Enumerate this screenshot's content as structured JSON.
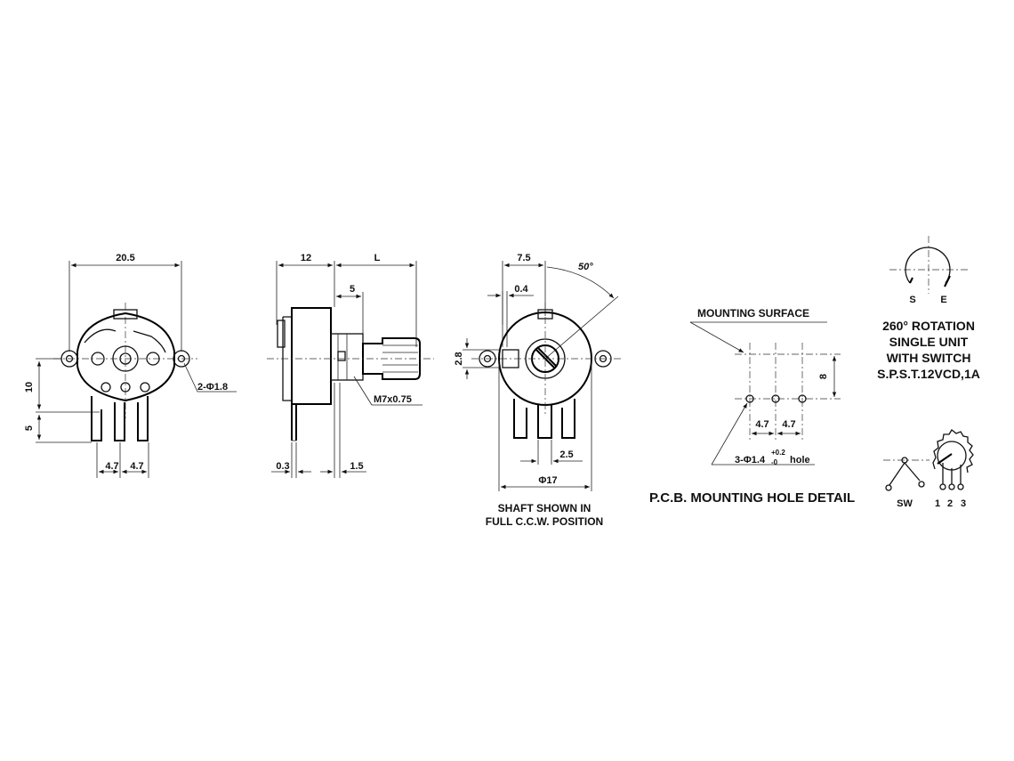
{
  "front_view": {
    "width_dim": "20.5",
    "hole_note": "2-Φ1.8",
    "height_dim_1": "10",
    "height_dim_2": "5",
    "pin_pitch_1": "4.7",
    "pin_pitch_2": "4.7"
  },
  "side_view": {
    "body_dim": "12",
    "shaft_dim": "L",
    "knurl_dim": "5",
    "thread_note": "M7x0.75",
    "bracket_dim": "0.3",
    "step_dim": "1.5"
  },
  "rear_view": {
    "offset_dim": "7.5",
    "angle_dim": "50°",
    "tab_dim": "0.4",
    "height_dim": "2.8",
    "pin_dim": "2.5",
    "diameter_dim": "Φ17",
    "caption_line1": "SHAFT SHOWN IN",
    "caption_line2": "FULL C.C.W. POSITION"
  },
  "pcb_detail": {
    "surface_label": "MOUNTING SURFACE",
    "height_dim": "8",
    "pitch_1": "4.7",
    "pitch_2": "4.7",
    "hole_prefix": "3-Φ1.4",
    "tol_upper": "+0.2",
    "tol_lower": "-0",
    "hole_suffix": "hole",
    "title": "P.C.B. MOUNTING HOLE DETAIL"
  },
  "rotation_info": {
    "label_s": "S",
    "label_e": "E",
    "line1": "260° ROTATION",
    "line2": "SINGLE UNIT",
    "line3": "WITH SWITCH",
    "line4": "S.P.S.T.12VCD,1A"
  },
  "schematic": {
    "sw_label": "SW",
    "pin1": "1",
    "pin2": "2",
    "pin3": "3"
  }
}
